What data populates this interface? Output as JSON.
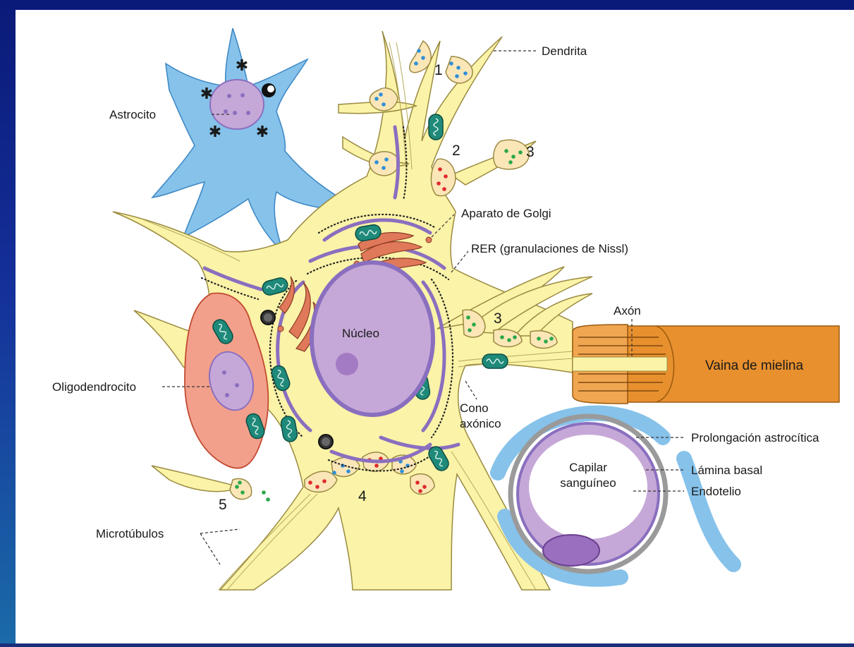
{
  "labels": {
    "dendrita": "Dendrita",
    "astrocito": "Astrocito",
    "aparato_golgi": "Aparato de Golgi",
    "rer": "RER (granulaciones de Nissl)",
    "axon": "Axón",
    "nucleo": "Núcleo",
    "vaina_mielina": "Vaina de mielina",
    "oligodendrocito": "Oligodendrocito",
    "cono": "Cono",
    "axonico": "axónico",
    "prolongacion": "Prolongación astrocítica",
    "lamina_basal": "Lámina basal",
    "capilar": "Capilar",
    "sanguineo": "sanguíneo",
    "endotelio": "Endotelio",
    "microtubulos": "Microtúbulos"
  },
  "synapse_numbers": {
    "n1": "1",
    "n2": "2",
    "n3a": "3",
    "n3b": "3",
    "n4": "4",
    "n5": "5"
  },
  "colors": {
    "background_frame": "#1a2f7a",
    "neuron_cytoplasm": "#faf3a8",
    "nucleus": "#c6a8d8",
    "astrocyte": "#86c2ea",
    "oligodendrocyte": "#f2a08c",
    "myelin": "#e8902e",
    "mitochondria": "#1f8a7a",
    "golgi": "#e0795a",
    "rer": "#8a6fbf",
    "vesicle_blue": "#2e8fd6",
    "vesicle_green": "#2aa84a",
    "vesicle_red": "#e02a2a"
  }
}
